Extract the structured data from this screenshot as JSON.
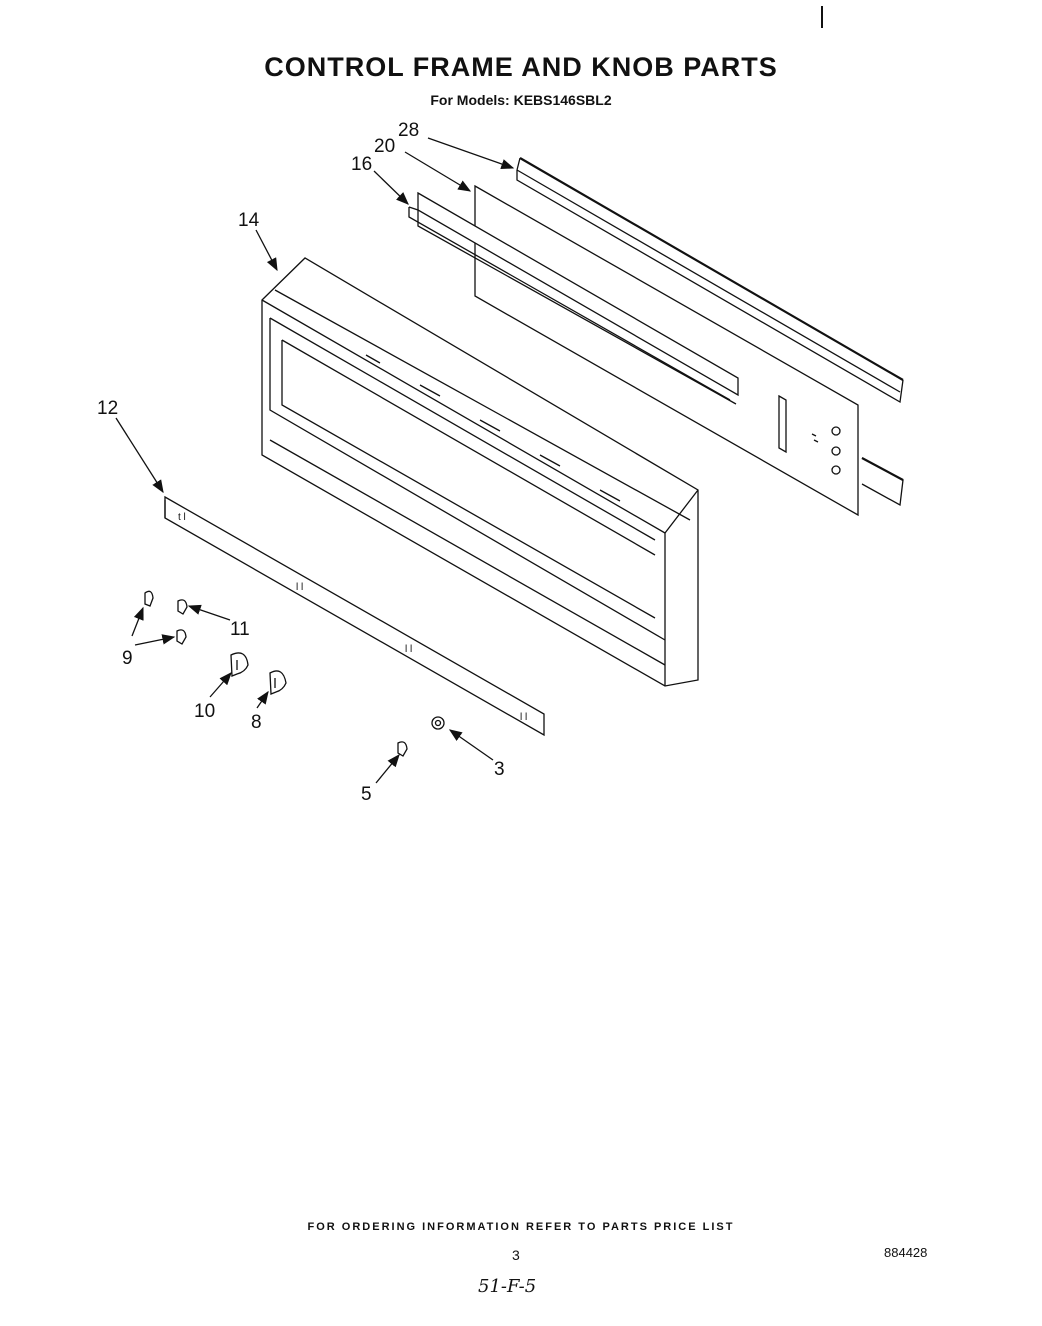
{
  "header": {
    "title": "CONTROL FRAME AND KNOB PARTS",
    "subtitle": "For Models: KEBS146SBL2"
  },
  "callouts": {
    "c28": "28",
    "c20": "20",
    "c16": "16",
    "c14": "14",
    "c12": "12",
    "c11": "11",
    "c9": "9",
    "c10": "10",
    "c8": "8",
    "c3": "3",
    "c5": "5"
  },
  "footer": {
    "ordering_note": "FOR ORDERING INFORMATION REFER TO PARTS PRICE LIST",
    "page_number": "3",
    "document_number": "884428",
    "handwritten_note": "51-F-5"
  }
}
